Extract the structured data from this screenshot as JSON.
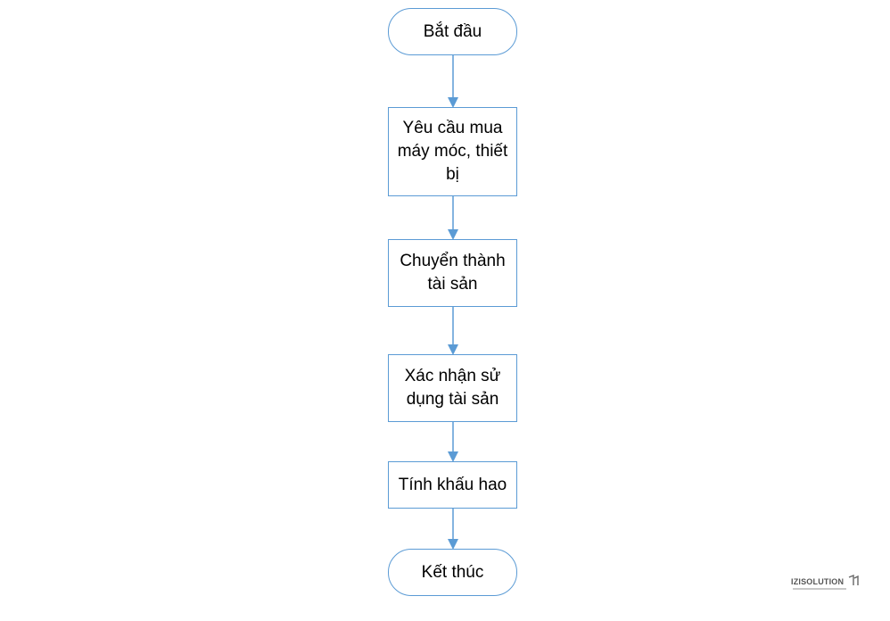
{
  "diagram": {
    "type": "flowchart",
    "direction": "top-to-bottom",
    "colors": {
      "stroke": "#5b9bd5",
      "fill": "#ffffff",
      "text": "#000000"
    },
    "nodes": [
      {
        "id": "start",
        "shape": "terminal",
        "label": "Bắt đầu"
      },
      {
        "id": "request",
        "shape": "process",
        "label": "Yêu cầu mua máy móc, thiết bị"
      },
      {
        "id": "convert",
        "shape": "process",
        "label": "Chuyển thành tài sản"
      },
      {
        "id": "confirm",
        "shape": "process",
        "label": "Xác nhận sử dụng tài sản"
      },
      {
        "id": "depreciation",
        "shape": "process",
        "label": "Tính khấu hao"
      },
      {
        "id": "end",
        "shape": "terminal",
        "label": "Kết thúc"
      }
    ],
    "edges": [
      {
        "from": "start",
        "to": "request"
      },
      {
        "from": "request",
        "to": "convert"
      },
      {
        "from": "convert",
        "to": "confirm"
      },
      {
        "from": "confirm",
        "to": "depreciation"
      },
      {
        "from": "depreciation",
        "to": "end"
      }
    ]
  },
  "watermark": {
    "text": "IZISOLUTION"
  }
}
